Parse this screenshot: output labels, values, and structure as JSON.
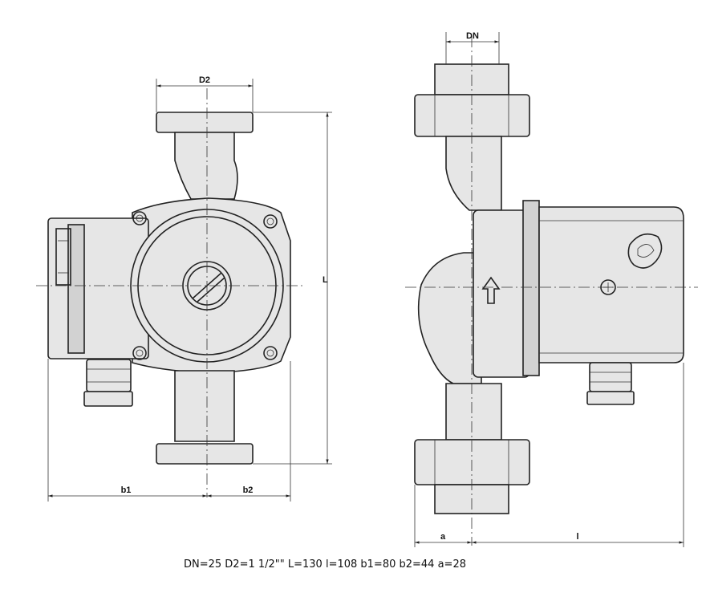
{
  "dimension_labels": {
    "front_top_flange": "D2",
    "front_height": "L",
    "front_left_width": "b1",
    "front_right_width": "b2",
    "side_top_flange": "DN",
    "side_offset": "a",
    "side_length": "l"
  },
  "caption": "DN=25 D2=1 1/2\"\" L=130 l=108 b1=80 b2=44 a=28"
}
